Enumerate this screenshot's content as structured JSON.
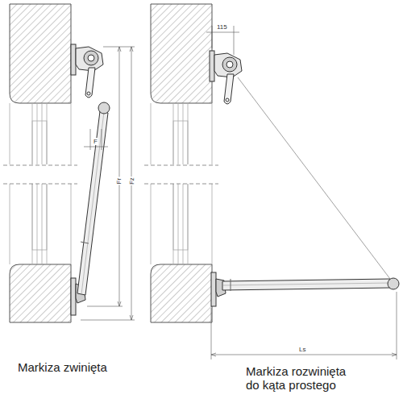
{
  "diagram": {
    "labels": [
      "115",
      "Fr",
      "Fz",
      "F",
      "Ls",
      "Markiza zwinięta",
      "Markiza rozwinięta do kąta prostego"
    ]
  }
}
